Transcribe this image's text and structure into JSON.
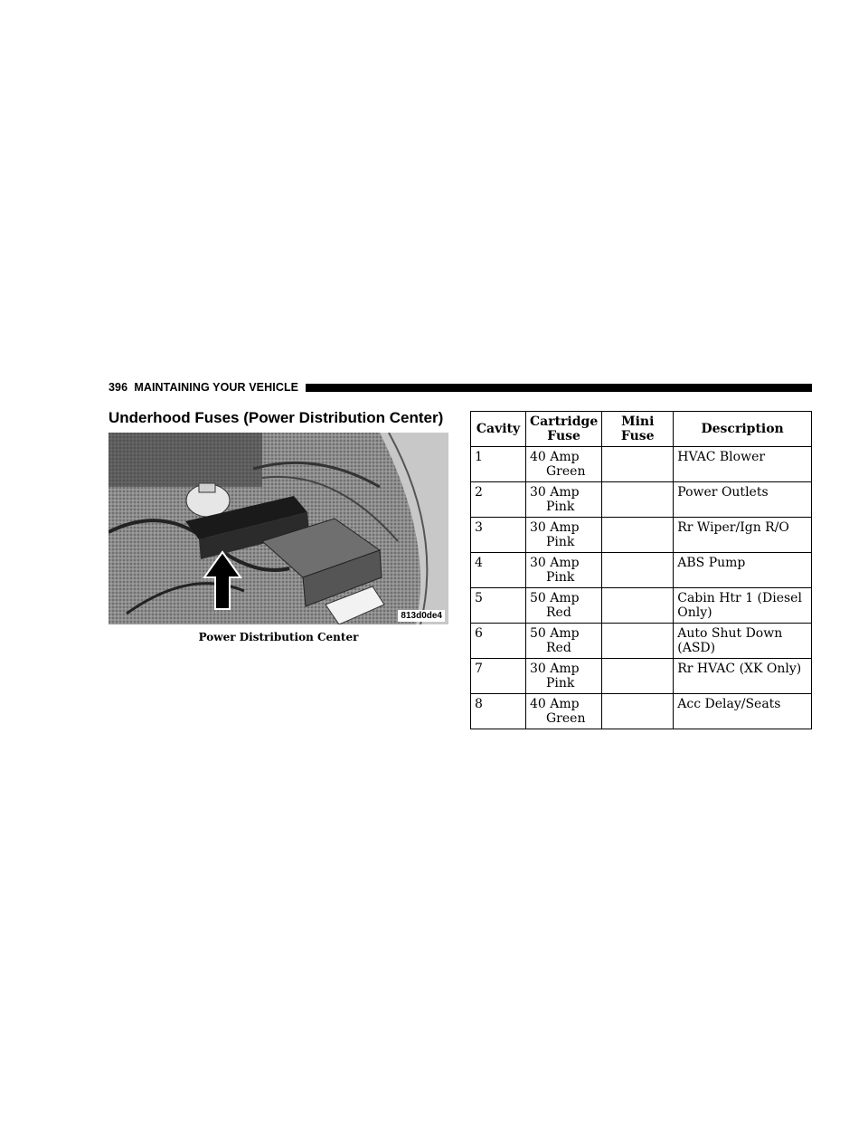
{
  "header": {
    "page_number": "396",
    "section": "MAINTAINING YOUR VEHICLE"
  },
  "title": "Underhood Fuses (Power Distribution Center)",
  "figure": {
    "code": "813d0de4",
    "caption": "Power Distribution Center"
  },
  "table": {
    "headers": {
      "cavity": "Cavity",
      "cartridge": "Cartridge Fuse",
      "mini": "Mini Fuse",
      "description": "Description"
    },
    "rows": [
      {
        "cavity": "1",
        "amp": "40 Amp",
        "color": "Green",
        "mini": "",
        "description": "HVAC Blower"
      },
      {
        "cavity": "2",
        "amp": "30 Amp",
        "color": "Pink",
        "mini": "",
        "description": "Power Outlets"
      },
      {
        "cavity": "3",
        "amp": "30 Amp",
        "color": "Pink",
        "mini": "",
        "description": "Rr Wiper/Ign R/O"
      },
      {
        "cavity": "4",
        "amp": "30 Amp",
        "color": "Pink",
        "mini": "",
        "description": "ABS Pump"
      },
      {
        "cavity": "5",
        "amp": "50 Amp",
        "color": "Red",
        "mini": "",
        "description": "Cabin Htr 1 (Diesel Only)"
      },
      {
        "cavity": "6",
        "amp": "50 Amp",
        "color": "Red",
        "mini": "",
        "description": "Auto Shut Down (ASD)"
      },
      {
        "cavity": "7",
        "amp": "30 Amp",
        "color": "Pink",
        "mini": "",
        "description": "Rr HVAC (XK Only)"
      },
      {
        "cavity": "8",
        "amp": "40 Amp",
        "color": "Green",
        "mini": "",
        "description": "Acc Delay/Seats"
      }
    ]
  }
}
